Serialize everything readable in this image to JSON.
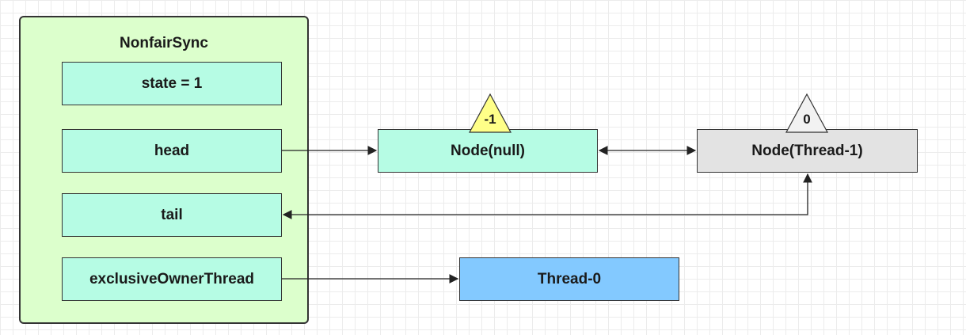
{
  "nonfair_sync": {
    "title": "NonfairSync",
    "fields": {
      "state": "state = 1",
      "head": "head",
      "tail": "tail",
      "exclusive_owner_thread": "exclusiveOwnerThread"
    }
  },
  "nodes": {
    "node_null": {
      "label": "Node(null)",
      "wait_status": "-1"
    },
    "node_thread1": {
      "label": "Node(Thread-1)",
      "wait_status": "0"
    },
    "thread0": {
      "label": "Thread-0"
    }
  },
  "colors": {
    "outer_fill": "#dcffcc",
    "field_fill": "#b6fce4",
    "node_null_fill": "#b6fce4",
    "node_thread1_fill": "#e3e3e3",
    "thread0_fill": "#83c9ff",
    "status_yellow": "#ffff88",
    "status_grey": "#f2f2f2"
  }
}
